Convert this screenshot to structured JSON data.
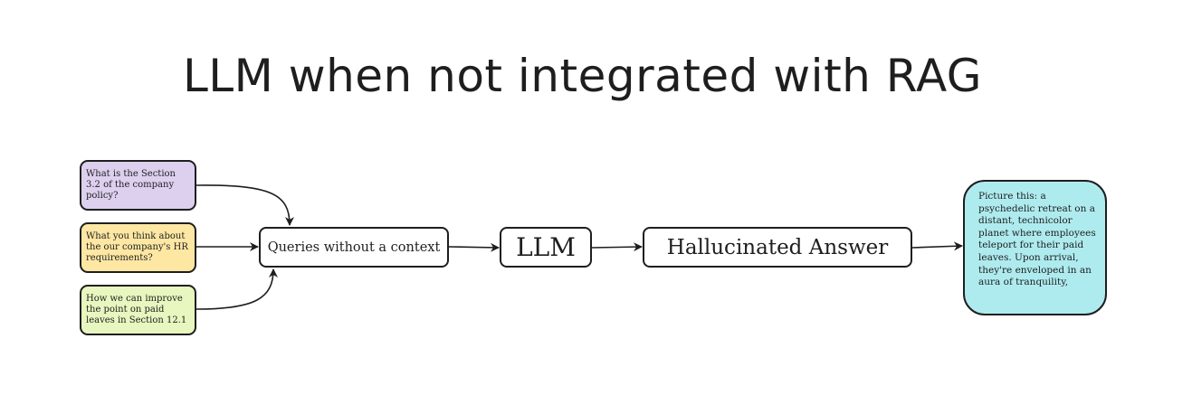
{
  "diagram": {
    "title": "LLM when not integrated with RAG",
    "queries": [
      {
        "text": "What is the Section 3.2 of the company policy?",
        "color": "#ddd0ef"
      },
      {
        "text": "What you think about the our company's HR requirements?",
        "color": "#fde7a3"
      },
      {
        "text": "How we can improve the point on paid leaves in Section 12.1",
        "color": "#e8f7bf"
      }
    ],
    "queries_box": "Queries without a context",
    "llm_box": "LLM",
    "hallucinated_box": "Hallucinated Answer",
    "answer_text": "Picture this: a psychedelic retreat on a distant, technicolor planet where employees teleport for their paid leaves. Upon arrival, they're enveloped in an aura of tranquility,",
    "answer_color": "#aeebef"
  }
}
